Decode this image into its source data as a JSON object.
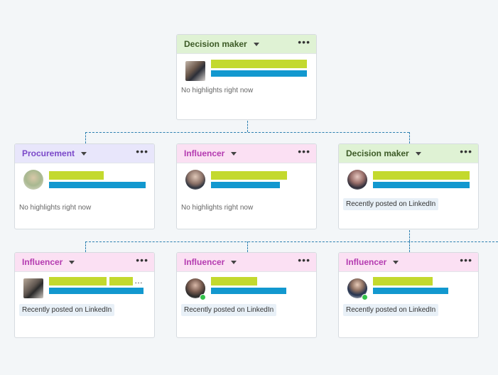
{
  "cards": [
    {
      "id": "c0",
      "role": "Decision maker",
      "type": "dm",
      "note": "No highlights right now",
      "note_style": "text",
      "online": false
    },
    {
      "id": "c1",
      "role": "Procurement",
      "type": "proc",
      "note": "No highlights right now",
      "note_style": "text",
      "online": false
    },
    {
      "id": "c2",
      "role": "Influencer",
      "type": "inf",
      "note": "No highlights right now",
      "note_style": "text",
      "online": false
    },
    {
      "id": "c3",
      "role": "Decision maker",
      "type": "dm",
      "note": "Recently posted on LinkedIn",
      "note_style": "tag",
      "online": false
    },
    {
      "id": "c4",
      "role": "Influencer",
      "type": "inf",
      "note": "Recently posted on LinkedIn",
      "note_style": "tag",
      "online": false
    },
    {
      "id": "c5",
      "role": "Influencer",
      "type": "inf",
      "note": "Recently posted on LinkedIn",
      "note_style": "tag",
      "online": true
    },
    {
      "id": "c6",
      "role": "Influencer",
      "type": "inf",
      "note": "Recently posted on LinkedIn",
      "note_style": "tag",
      "online": true
    }
  ],
  "colors": {
    "decision_maker_header": "#dff2d4",
    "influencer_header": "#fbe0f3",
    "procurement_header": "#e8e6fb",
    "name_placeholder": "#c3d92e",
    "title_placeholder": "#1298cf",
    "connector": "#2b7fb0"
  },
  "icons": {
    "menu": "more-dots-icon",
    "dropdown": "caret-down-icon",
    "avatar": "profile-photo-pixelated"
  }
}
